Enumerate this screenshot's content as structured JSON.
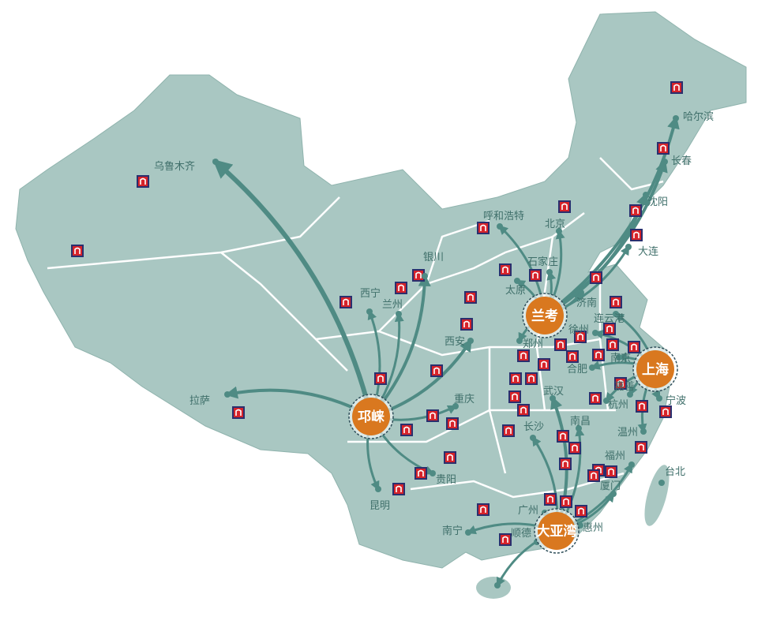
{
  "colors": {
    "land": "#a9c7c2",
    "border": "#ffffff",
    "route": "#4f8b84",
    "hub": "#d9781f",
    "marker_bg": "#2a2f6e",
    "marker_fg": "#d6232a"
  },
  "hubs": [
    {
      "name": "邛崃"
    },
    {
      "name": "兰考"
    },
    {
      "name": "上海"
    },
    {
      "name": "大亚湾"
    }
  ],
  "cities": [
    {
      "name": "乌鲁木齐",
      "hub": "邛崃"
    },
    {
      "name": "拉萨",
      "hub": "邛崃"
    },
    {
      "name": "西宁",
      "hub": "邛崃"
    },
    {
      "name": "兰州",
      "hub": "邛崃"
    },
    {
      "name": "银川",
      "hub": "邛崃"
    },
    {
      "name": "西安",
      "hub": "邛崃"
    },
    {
      "name": "重庆",
      "hub": "邛崃"
    },
    {
      "name": "贵阳",
      "hub": "邛崃"
    },
    {
      "name": "昆明",
      "hub": "邛崃"
    },
    {
      "name": "呼和浩特",
      "hub": "兰考"
    },
    {
      "name": "北京",
      "hub": "兰考"
    },
    {
      "name": "石家庄",
      "hub": "兰考"
    },
    {
      "name": "太原",
      "hub": "兰考"
    },
    {
      "name": "济南",
      "hub": "兰考"
    },
    {
      "name": "郑州",
      "hub": "兰考"
    },
    {
      "name": "哈尔滨",
      "hub": "兰考"
    },
    {
      "name": "长春",
      "hub": "兰考"
    },
    {
      "name": "沈阳",
      "hub": "兰考"
    },
    {
      "name": "大连",
      "hub": "兰考"
    },
    {
      "name": "连云港",
      "hub": "上海"
    },
    {
      "name": "徐州",
      "hub": "上海"
    },
    {
      "name": "南京",
      "hub": "上海"
    },
    {
      "name": "合肥",
      "hub": "上海"
    },
    {
      "name": "嘉善",
      "hub": "上海"
    },
    {
      "name": "杭州",
      "hub": "上海"
    },
    {
      "name": "宁波",
      "hub": "上海"
    },
    {
      "name": "温州",
      "hub": "上海"
    },
    {
      "name": "武汉",
      "hub": "大亚湾"
    },
    {
      "name": "长沙",
      "hub": "大亚湾"
    },
    {
      "name": "南昌",
      "hub": "大亚湾"
    },
    {
      "name": "福州",
      "hub": "大亚湾"
    },
    {
      "name": "厦门",
      "hub": "大亚湾"
    },
    {
      "name": "广州",
      "hub": "大亚湾"
    },
    {
      "name": "顺德",
      "hub": "大亚湾"
    },
    {
      "name": "惠州",
      "hub": "大亚湾"
    },
    {
      "name": "南宁",
      "hub": "大亚湾"
    },
    {
      "name": "海口",
      "hub": "大亚湾",
      "unlabeled": true
    },
    {
      "name": "台北",
      "hub": null
    }
  ],
  "marker_icon": "store-logo-icon"
}
